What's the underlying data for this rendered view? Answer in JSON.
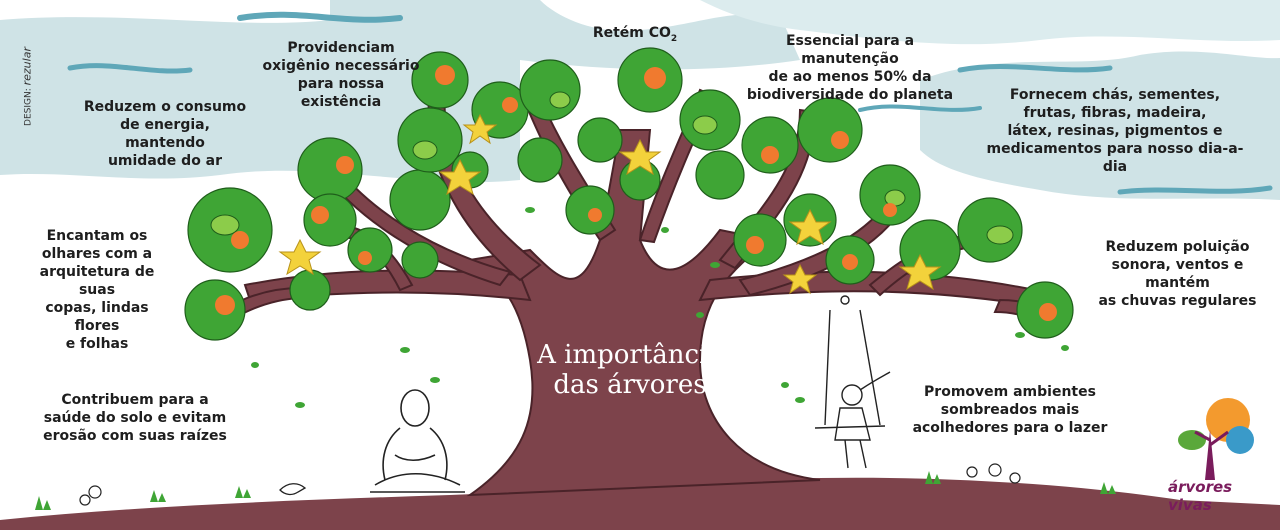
{
  "title_line1": "A importância",
  "title_line2": "das árvores",
  "designer": "DESIGN: ",
  "designer_signature": "rezular",
  "benefits": {
    "retem_prefix": "Retém CO",
    "retem_sub": "2",
    "oxigenio": [
      "Providenciam",
      "oxigênio necessário",
      "para nossa existência"
    ],
    "energia": [
      "Reduzem o consumo",
      "de energia, mantendo",
      "umidade do ar"
    ],
    "biodiversidade": [
      "Essencial para a manutenção",
      "de ao menos 50% da",
      "biodiversidade do planeta"
    ],
    "produtos": [
      "Fornecem chás, sementes,",
      "frutas, fibras, madeira,",
      "látex, resinas, pigmentos e",
      "medicamentos para nosso dia-a-dia"
    ],
    "encantam": [
      "Encantam os",
      "olhares com a",
      "arquitetura de suas",
      "copas, lindas flores",
      "e folhas"
    ],
    "poluicao": [
      "Reduzem poluição",
      "sonora, ventos e mantém",
      "as chuvas regulares"
    ],
    "solo": [
      "Contribuem para a",
      "saúde do solo e evitam",
      "erosão com suas raízes"
    ],
    "lazer": [
      "Promovem ambientes",
      "sombreados mais",
      "acolhedores para o lazer"
    ]
  },
  "logo": {
    "text": "árvores vivas"
  },
  "colors": {
    "sky": "#cfe3e6",
    "sky_line": "#5fa7b8",
    "trunk": "#7d434b",
    "trunk_dark": "#4a2329",
    "leaf": "#3fa535",
    "leaf_light": "#7dc242",
    "fruit": "#f07a2f",
    "flower": "#f3d23b",
    "ground": "#7d434b",
    "logo_orange": "#f39a2e",
    "logo_blue": "#3a9ac9",
    "logo_green": "#5aa83a",
    "logo_text": "#7a1c5c"
  }
}
